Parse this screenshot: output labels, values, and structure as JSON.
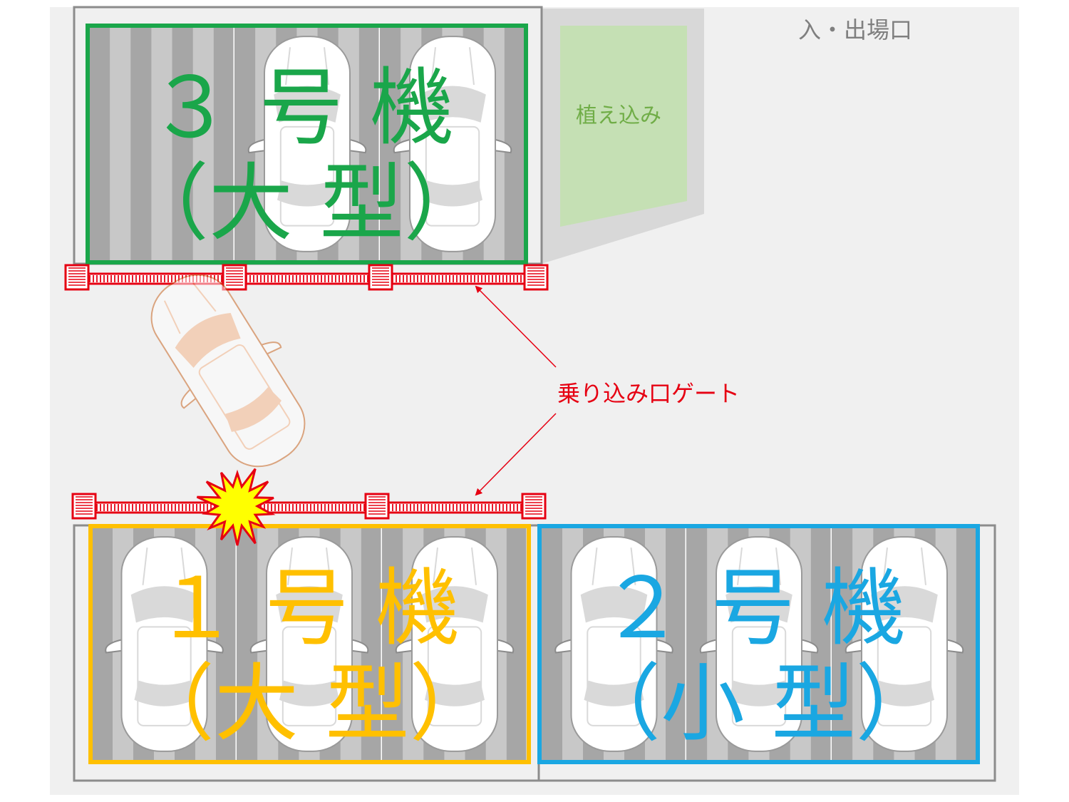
{
  "entrance_label": "入・出場口",
  "planting_label": "植え込み",
  "gate_label": "乗り込み口ゲート",
  "units": {
    "unit3": {
      "title": "３ 号 機",
      "type": "（大 型）",
      "color": "#1aa64a"
    },
    "unit1": {
      "title": "１ 号 機",
      "type": "（大 型）",
      "color": "#ffc000"
    },
    "unit2": {
      "title": "２ 号 機",
      "type": "（小 型）",
      "color": "#1aa7e2"
    }
  },
  "colors": {
    "background": "#f0f0f0",
    "pallet_dark": "#a6a6a6",
    "pallet_light": "#c8c8c8",
    "gate_red": "#e60012",
    "planting_green": "#c5e0b4",
    "planting_text": "#70ad47",
    "entrance_text": "#7f7f7f",
    "moving_car": "#f4b183",
    "burst_fill": "#ffff00"
  },
  "icons": {
    "parked_car": "car-top-view-icon",
    "moving_car": "car-top-view-icon",
    "collision": "collision-burst-icon",
    "gate": "gate-barrier-icon",
    "arrow": "arrow-icon"
  }
}
